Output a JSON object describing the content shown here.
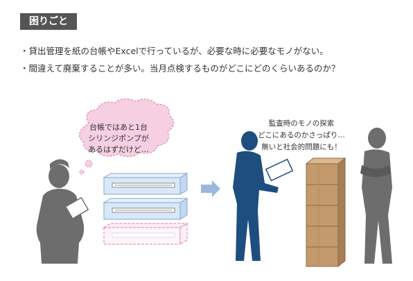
{
  "header": {
    "label": "困りごと"
  },
  "problems": [
    "・貸出管理を紙の台帳やExcelで行っているが、必要な時に必要なモノがない。",
    "・間違えて廃棄することが多い。当月点検するものがどこにどのくらいあるのか？"
  ],
  "bubble": {
    "lines": [
      "台帳ではあと1台",
      "シリンジポンプが",
      "あるはずだけど…"
    ]
  },
  "speech": {
    "lines": [
      "監査時のモノの探索",
      "どこにあるのかさっぱり…",
      "無いと社会的問題にも！"
    ]
  },
  "colors": {
    "badge": "#555555",
    "nurse": "#6d6d6d",
    "inspector": "#1d4e7f",
    "worker": "#6d6d6d",
    "bubble": "#f6cfe3",
    "device": "#d9e8f8",
    "box": "#c49a6c",
    "arrow": "#9bb8dc",
    "missing": "#e27bb2"
  }
}
